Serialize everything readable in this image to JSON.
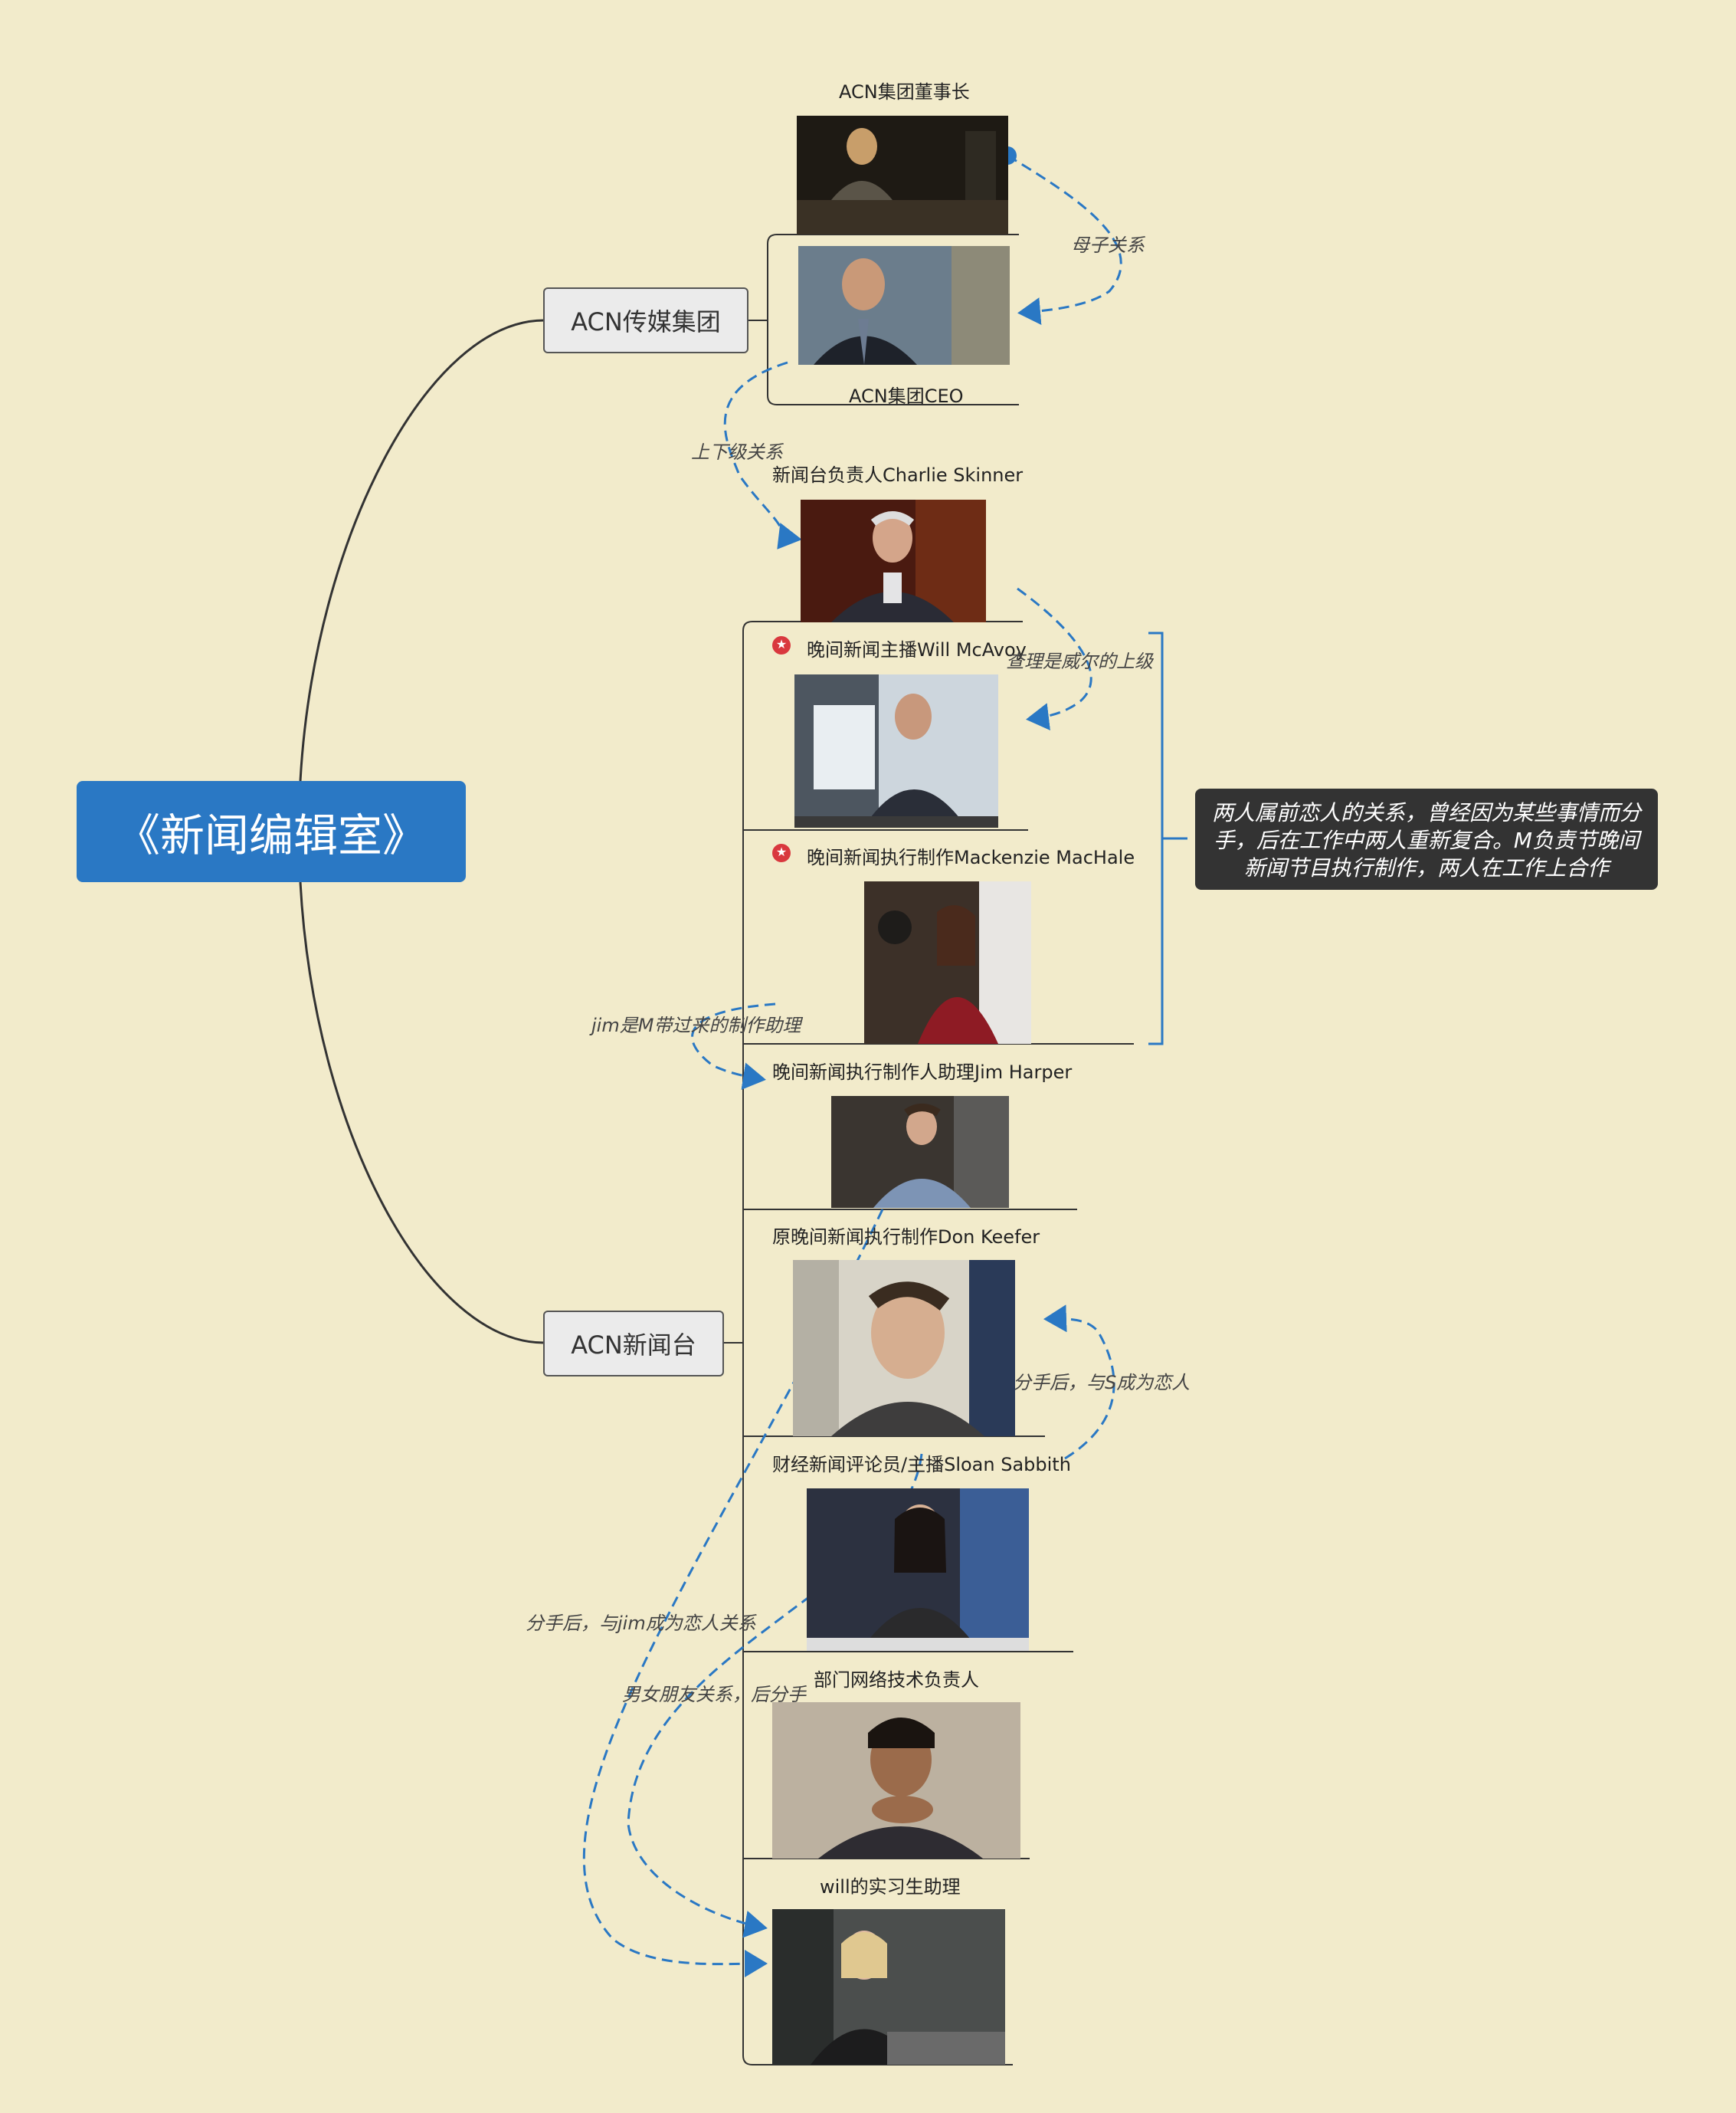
{
  "title": "《新闻编辑室》",
  "branches": {
    "acn_group": "ACN传媒集团",
    "acn_news": "ACN新闻台"
  },
  "people": {
    "chairman": "ACN集团董事长",
    "ceo": "ACN集团CEO",
    "charlie": "新闻台负责人Charlie Skinner",
    "will": "晚间新闻主播Will McAvoy",
    "mackenzie": "晚间新闻执行制作Mackenzie MacHale",
    "jim": "晚间新闻执行制作人助理Jim Harper",
    "don": "原晚间新闻执行制作Don Keefer",
    "sloan": "财经新闻评论员/主播Sloan Sabbith",
    "neal": "部门网络技术负责人",
    "maggie": "will的实习生助理"
  },
  "relations": {
    "mother_son": "母子关系",
    "superior": "上下级关系",
    "boss_of_will": "查理是威尔的上级",
    "jim_assistant": "jim是M带过来的制作助理",
    "don_sloan": "分手后，与S成为恋人",
    "maggie_jim": "分手后，与jim成为恋人关系",
    "don_maggie": "男女朋友关系，后分手"
  },
  "note": "两人属前恋人的关系，曾经因为某些事情而分手，后在工作中两人重新复合。M负责节晚间新闻节目执行制作，两人在工作上合作",
  "colors": {
    "background": "#f2ebcb",
    "root": "#2a78c4",
    "relation_line": "#2a78c4",
    "note_bg": "#333333",
    "star": "#d9383e"
  },
  "icons": [
    "star-icon"
  ]
}
